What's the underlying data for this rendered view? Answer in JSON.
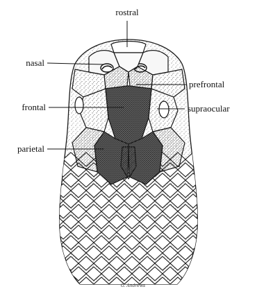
{
  "figure": {
    "labels": {
      "rostral": "rostral",
      "nasal": "nasal",
      "prefrontal": "prefrontal",
      "frontal": "frontal",
      "supraocular": "supraocular",
      "parietal": "parietal"
    },
    "signature": "G. Andrews"
  },
  "colors": {
    "ink": "#111111",
    "stipple_dark": "#3a3a3a",
    "paper": "#ffffff"
  }
}
